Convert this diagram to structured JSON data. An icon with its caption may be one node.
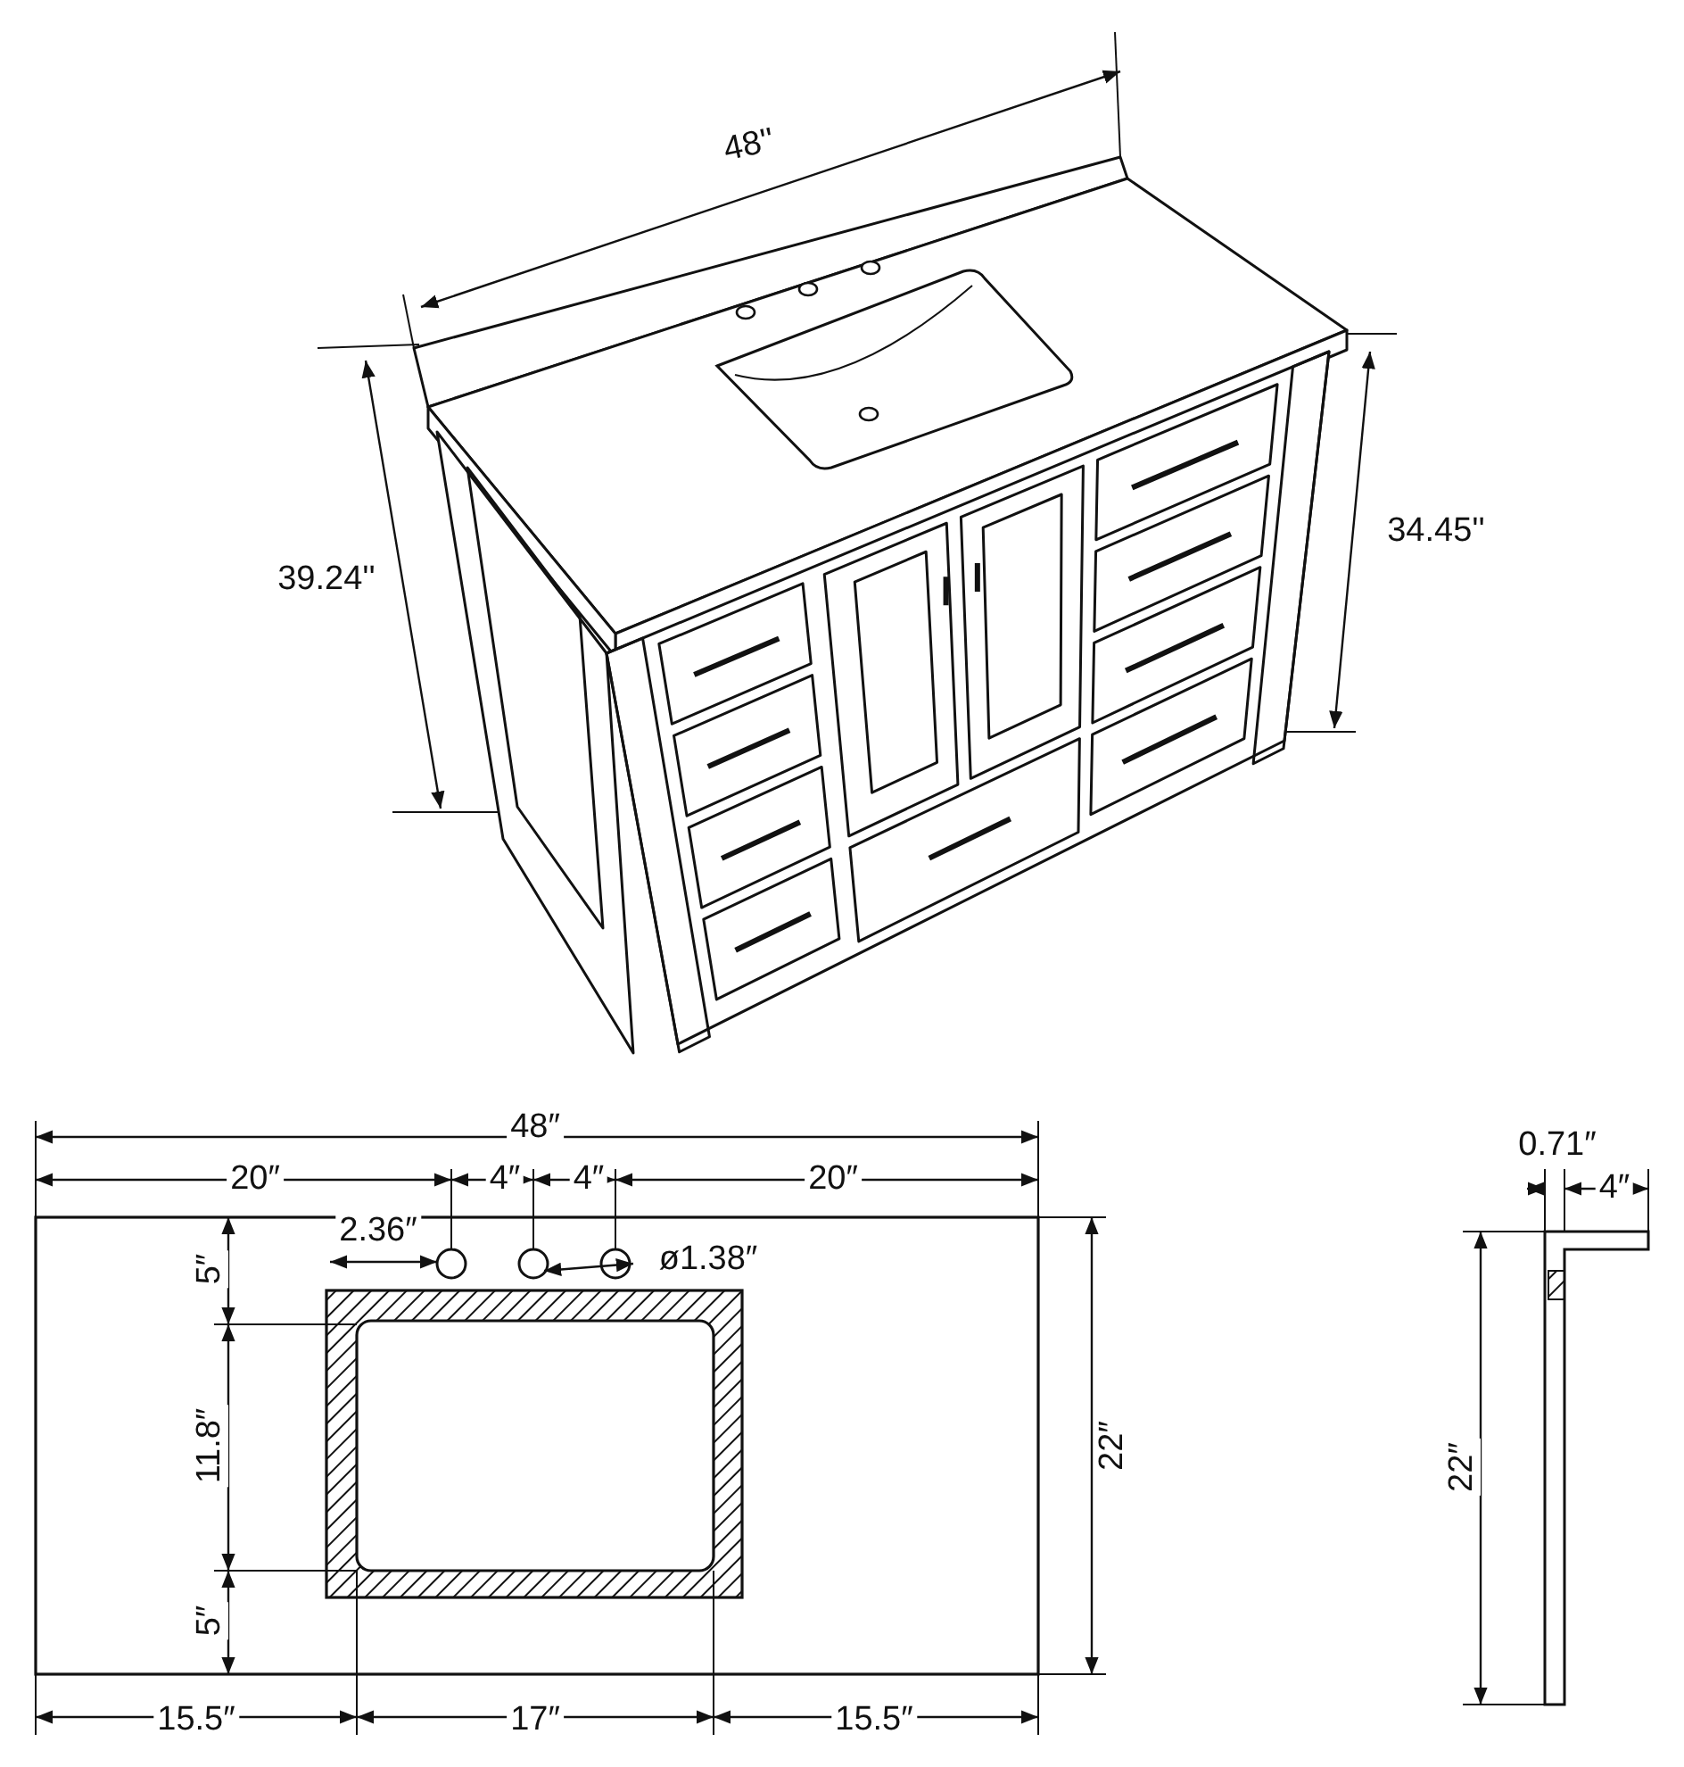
{
  "diagram": {
    "labels": [
      "48''",
      "39.24''",
      "34.45''",
      "48″",
      "20″",
      "4″",
      "4″",
      "20″",
      "5″",
      "2.36″",
      "ø1.38″",
      "11.8″",
      "5″",
      "22″",
      "15.5″",
      "17″",
      "15.5″",
      "0.71″",
      "4″",
      "22″"
    ]
  }
}
